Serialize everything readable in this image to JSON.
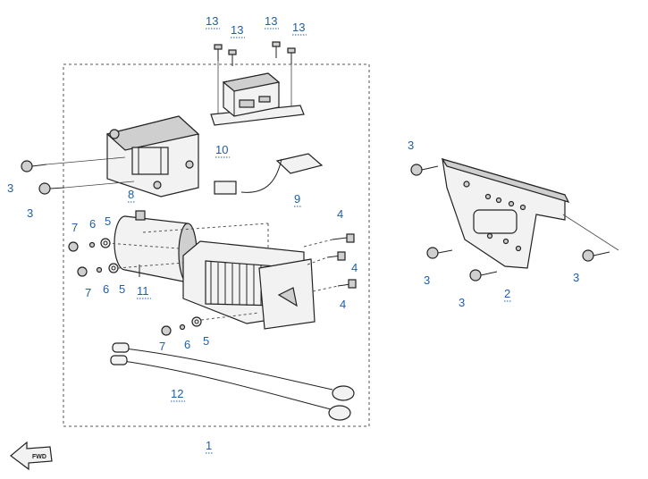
{
  "diagram": {
    "callouts": [
      {
        "id": "c13a",
        "text": "13"
      },
      {
        "id": "c13b",
        "text": "13"
      },
      {
        "id": "c13c",
        "text": "13"
      },
      {
        "id": "c13d",
        "text": "13"
      },
      {
        "id": "c10",
        "text": "10"
      },
      {
        "id": "c3a",
        "text": "3"
      },
      {
        "id": "c3b",
        "text": "3"
      },
      {
        "id": "c8",
        "text": "8"
      },
      {
        "id": "c9",
        "text": "9"
      },
      {
        "id": "c7a",
        "text": "7"
      },
      {
        "id": "c6a",
        "text": "6"
      },
      {
        "id": "c5a",
        "text": "5"
      },
      {
        "id": "c7b",
        "text": "7"
      },
      {
        "id": "c6b",
        "text": "6"
      },
      {
        "id": "c5b",
        "text": "5"
      },
      {
        "id": "c11",
        "text": "11"
      },
      {
        "id": "c4a",
        "text": "4"
      },
      {
        "id": "c4b",
        "text": "4"
      },
      {
        "id": "c4c",
        "text": "4"
      },
      {
        "id": "c7c",
        "text": "7"
      },
      {
        "id": "c6c",
        "text": "6"
      },
      {
        "id": "c5c",
        "text": "5"
      },
      {
        "id": "c12",
        "text": "12"
      },
      {
        "id": "c1",
        "text": "1"
      },
      {
        "id": "c3c",
        "text": "3"
      },
      {
        "id": "c3d",
        "text": "3"
      },
      {
        "id": "c3e",
        "text": "3"
      },
      {
        "id": "c3f",
        "text": "3"
      },
      {
        "id": "c2",
        "text": "2"
      }
    ],
    "direction_badge": "FWD",
    "colors": {
      "callout": "#1f5fa8",
      "line": "#222222",
      "fill": "#f2f2f2"
    }
  }
}
